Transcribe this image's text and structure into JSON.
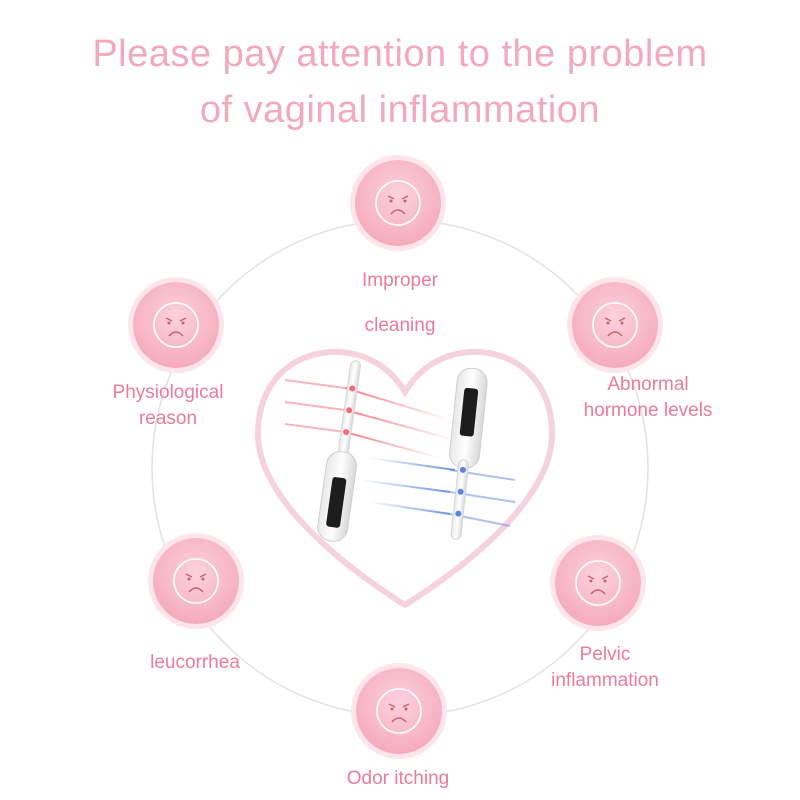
{
  "headline": {
    "line1": "Please pay attention to the problem",
    "line2": "of vaginal inflammation"
  },
  "causes": [
    {
      "lines": [
        "Improper",
        "cleaning"
      ],
      "icon": "sad-face-icon"
    },
    {
      "lines": [
        "Physiological",
        "reason"
      ],
      "icon": "sad-face-icon"
    },
    {
      "lines": [
        "Abnormal",
        "hormone levels"
      ],
      "icon": "sad-face-icon"
    },
    {
      "lines": [
        "leucorrhea"
      ],
      "icon": "sad-face-icon"
    },
    {
      "lines": [
        "Pelvic",
        "inflammation"
      ],
      "icon": "sad-face-icon"
    },
    {
      "lines": [
        "Odor itching"
      ],
      "icon": "sad-face-icon"
    }
  ],
  "colors": {
    "title": "#f2a9bb",
    "label": "#ec7b97",
    "bubble": "#f6aebf",
    "red_light": "#f26b7a",
    "blue_light": "#5b86e0"
  }
}
